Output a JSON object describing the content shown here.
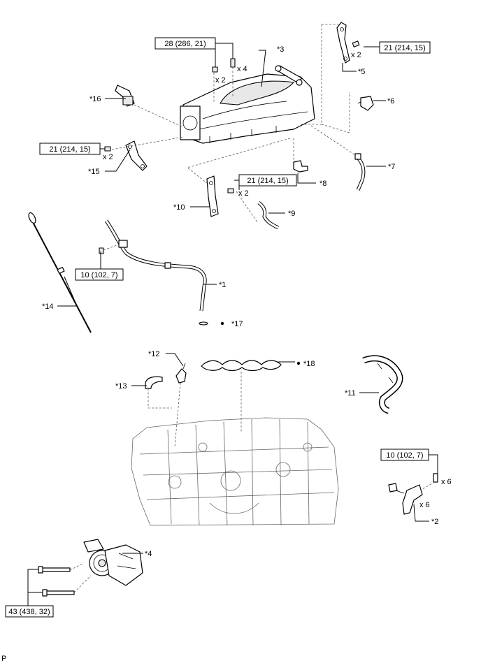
{
  "torques": {
    "intake_bolts": "28 (286, 21)",
    "bracket_upper_bolts": "21 (214, 15)",
    "bracket_left_bolts": "21 (214, 15)",
    "pipe_bracket_bolts": "21 (214, 15)",
    "hose_bolt": "10 (102, 7)",
    "coil_bolts": "10 (102, 7)",
    "pump_bolts": "43 (438, 32)"
  },
  "quantities": {
    "intake_x4": "x 4",
    "intake_x2": "x 2",
    "upper_bracket_x2": "x 2",
    "left_bracket_x2": "x 2",
    "pipe_bracket_x2": "x 2",
    "coil_bolt_x6": "x 6",
    "coil_x6": "x 6"
  },
  "callouts": {
    "p1": "*1",
    "p2": "*2",
    "p3": "*3",
    "p4": "*4",
    "p5": "*5",
    "p6": "*6",
    "p7": "*7",
    "p8": "*8",
    "p9": "*9",
    "p10": "*10",
    "p11": "*11",
    "p12": "*12",
    "p13": "*13",
    "p14": "*14",
    "p15": "*15",
    "p16": "*16",
    "p17": "*17",
    "p18": "*18"
  },
  "footer_mark": "P"
}
